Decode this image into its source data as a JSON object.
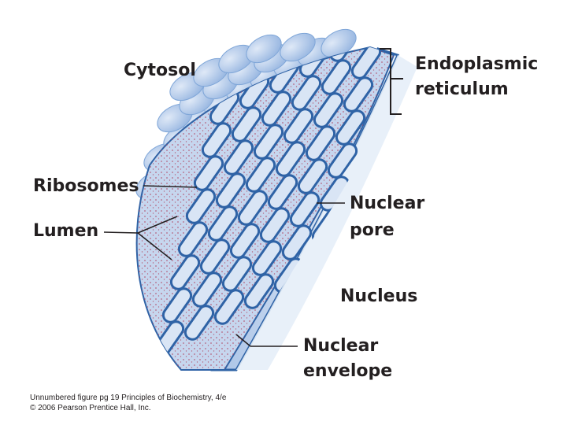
{
  "labels": {
    "cytosol": "Cytosol",
    "er_line1": "Endoplasmic",
    "er_line2": "reticulum",
    "ribosomes": "Ribosomes",
    "lumen": "Lumen",
    "nuclear_pore_line1": "Nuclear",
    "nuclear_pore_line2": "pore",
    "nucleus": "Nucleus",
    "nuclear_envelope_line1": "Nuclear",
    "nuclear_envelope_line2": "envelope"
  },
  "caption": {
    "line1": "Unnumbered figure pg 19  Principles of Biochemistry, 4/e",
    "line2": "© 2006 Pearson Prentice Hall, Inc."
  },
  "colors": {
    "membrane_dark": "#2f63a6",
    "membrane_light": "#7fa6d8",
    "lumen_fill": "#c6d6ee",
    "cytosol_bubbles": "#a9c1e6",
    "nucleus_fill": "#dde7f4",
    "ribosome_dots": "#b0405a",
    "leader_line": "#231f20"
  }
}
